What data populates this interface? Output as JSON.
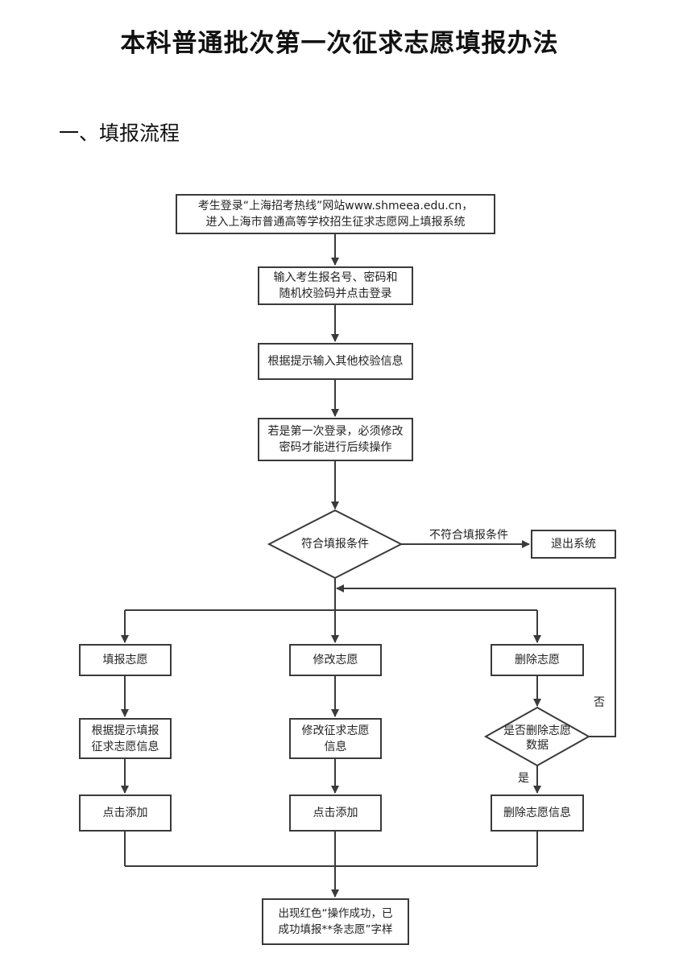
{
  "document": {
    "title": "本科普通批次第一次征求志愿填报办法",
    "section_heading": "一、填报流程"
  },
  "flowchart": {
    "login": "考生登录“上海招考热线”网站www.shmeea.edu.cn，\n进入上海市普通高等学校招生征求志愿网上填报系统",
    "enter_credentials": "输入考生报名号、密码和\n随机校验码并点击登录",
    "enter_verification": "根据提示输入其他校验信息",
    "first_login": "若是第一次登录，必须修改\n密码才能进行后续操作",
    "eligibility_check": "符合填报条件",
    "not_eligible_label": "不符合填报条件",
    "exit_system": "退出系统",
    "fill_volunteer": "填报志愿",
    "modify_volunteer": "修改志愿",
    "delete_volunteer": "删除志愿",
    "fill_info": "根据提示填报\n征求志愿信息",
    "modify_info": "修改征求志愿\n信息",
    "confirm_delete": "是否删除志愿\n数据",
    "no_label": "否",
    "yes_label": "是",
    "click_add_1": "点击添加",
    "click_add_2": "点击添加",
    "delete_info": "删除志愿信息",
    "success": "出现红色“操作成功，已\n成功填报**条志愿”字样"
  }
}
